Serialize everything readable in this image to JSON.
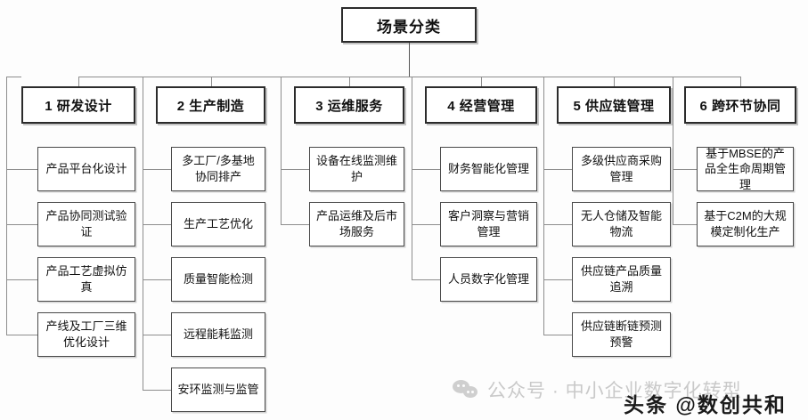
{
  "diagram": {
    "type": "org-tree",
    "root": {
      "label": "场景分类"
    },
    "columns": [
      {
        "header": "1 研发设计",
        "children": [
          "产品平台化设计",
          "产品协同测试验证",
          "产品工艺虚拟仿真",
          "产线及工厂三维优化设计"
        ]
      },
      {
        "header": "2 生产制造",
        "children": [
          "多工厂/多基地协同排产",
          "生产工艺优化",
          "质量智能检测",
          "远程能耗监测",
          "安环监测与监管"
        ]
      },
      {
        "header": "3 运维服务",
        "children": [
          "设备在线监测维护",
          "产品运维及后市场服务"
        ]
      },
      {
        "header": "4 经营管理",
        "children": [
          "财务智能化管理",
          "客户洞察与营销管理",
          "人员数字化管理"
        ]
      },
      {
        "header": "5 供应链管理",
        "children": [
          "多级供应商采购管理",
          "无人仓储及智能物流",
          "供应链产品质量追溯",
          "供应链断链预测预警"
        ]
      },
      {
        "header": "6 跨环节协同",
        "children": [
          "基于MBSE的产品全生命周期管理",
          "基于C2M的大规模定制化生产"
        ]
      }
    ]
  },
  "watermarks": {
    "wechat_icon": "wechat-icon",
    "wechat_text": "公众号 · 中小企业数字化转型",
    "toutiao_text": "头条 @数创共和"
  },
  "colors": {
    "background": "#fdfdfd",
    "box_fill": "#ffffff",
    "box_border": "#2b2b2b",
    "leaf_border": "#4a4a4a",
    "connector": "#8d8d8d",
    "text": "#111111",
    "watermark_gray": "#c9c9c9",
    "watermark_dark": "#1a1a1a"
  }
}
